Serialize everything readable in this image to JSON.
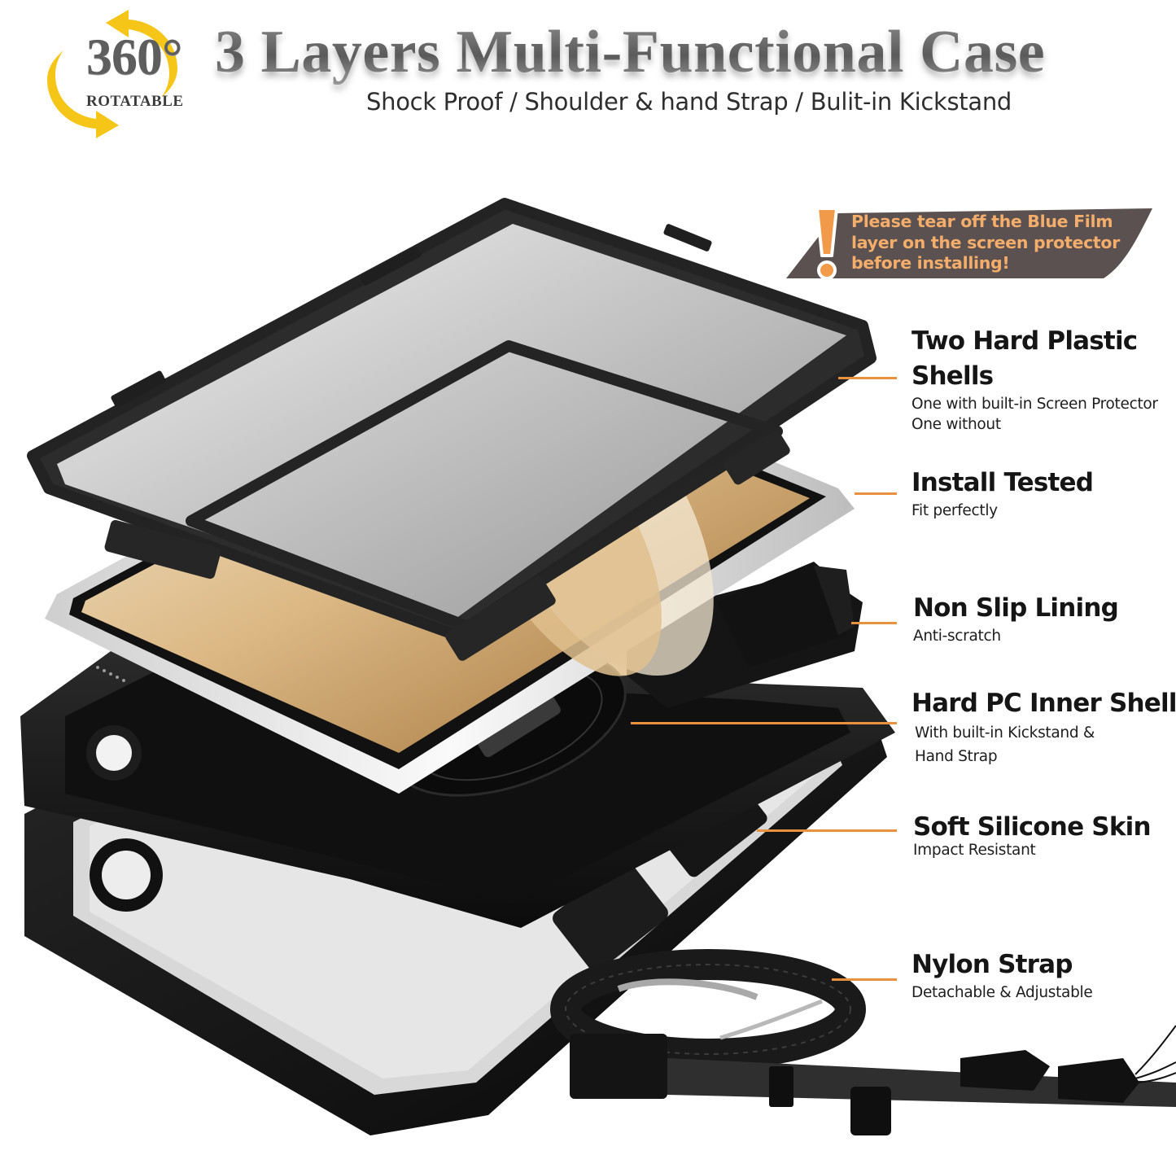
{
  "header": {
    "badge": {
      "number": "360°",
      "label": "ROTATABLE",
      "arrow_color": "#f5c518"
    },
    "title": "3 Layers Multi-Functional Case",
    "subtitle": "Shock Proof / Shoulder & hand Strap / Bulit-in Kickstand"
  },
  "warning": {
    "icon": "exclamation-icon",
    "lines": [
      "Please tear off the Blue Film",
      "layer on the screen protector",
      "before installing!"
    ],
    "text_color": "#f4ad6a",
    "bg_color": "#5a5150"
  },
  "features": [
    {
      "title_lines": [
        "Two Hard Plastic",
        "Shells"
      ],
      "desc_lines": [
        "One with built-in Screen Protector",
        "One without"
      ]
    },
    {
      "title_lines": [
        "Install Tested"
      ],
      "desc_lines": [
        "Fit perfectly"
      ]
    },
    {
      "title_lines": [
        "Non Slip Lining"
      ],
      "desc_lines": [
        "Anti-scratch"
      ]
    },
    {
      "title_lines": [
        "Hard PC Inner Shell"
      ],
      "desc_lines": [
        "With built-in Kickstand &",
        "Hand Strap"
      ]
    },
    {
      "title_lines": [
        "Soft Silicone Skin"
      ],
      "desc_lines": [
        "Impact Resistant"
      ]
    },
    {
      "title_lines": [
        "Nylon Strap"
      ],
      "desc_lines": [
        "Detachable & Adjustable"
      ]
    }
  ],
  "colors": {
    "leader_line": "#e8913f",
    "title_gray": "#6a6a6a",
    "case_black": "#1a1a1a",
    "tablet_silver": "#e4e4e4",
    "wallpaper_gold": "#d9b57f"
  }
}
